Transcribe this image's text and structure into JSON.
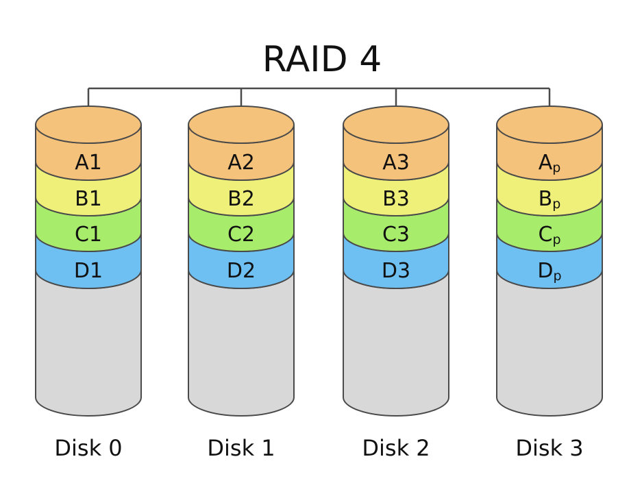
{
  "diagram": {
    "title": "RAID 4",
    "colors": {
      "row_A": "#f4c27a",
      "row_B": "#eef07a",
      "row_C": "#a8ec6c",
      "row_D": "#6ec0f2",
      "empty": "#d8d8d8",
      "connector": "#4a4a4a"
    },
    "disks": [
      {
        "label": "Disk 0",
        "blocks": [
          {
            "row": "A",
            "text": "A1",
            "sub": ""
          },
          {
            "row": "B",
            "text": "B1",
            "sub": ""
          },
          {
            "row": "C",
            "text": "C1",
            "sub": ""
          },
          {
            "row": "D",
            "text": "D1",
            "sub": ""
          }
        ]
      },
      {
        "label": "Disk 1",
        "blocks": [
          {
            "row": "A",
            "text": "A2",
            "sub": ""
          },
          {
            "row": "B",
            "text": "B2",
            "sub": ""
          },
          {
            "row": "C",
            "text": "C2",
            "sub": ""
          },
          {
            "row": "D",
            "text": "D2",
            "sub": ""
          }
        ]
      },
      {
        "label": "Disk 2",
        "blocks": [
          {
            "row": "A",
            "text": "A3",
            "sub": ""
          },
          {
            "row": "B",
            "text": "B3",
            "sub": ""
          },
          {
            "row": "C",
            "text": "C3",
            "sub": ""
          },
          {
            "row": "D",
            "text": "D3",
            "sub": ""
          }
        ]
      },
      {
        "label": "Disk 3",
        "blocks": [
          {
            "row": "A",
            "text": "A",
            "sub": "p"
          },
          {
            "row": "B",
            "text": "B",
            "sub": "p"
          },
          {
            "row": "C",
            "text": "C",
            "sub": "p"
          },
          {
            "row": "D",
            "text": "D",
            "sub": "p"
          }
        ]
      }
    ]
  }
}
